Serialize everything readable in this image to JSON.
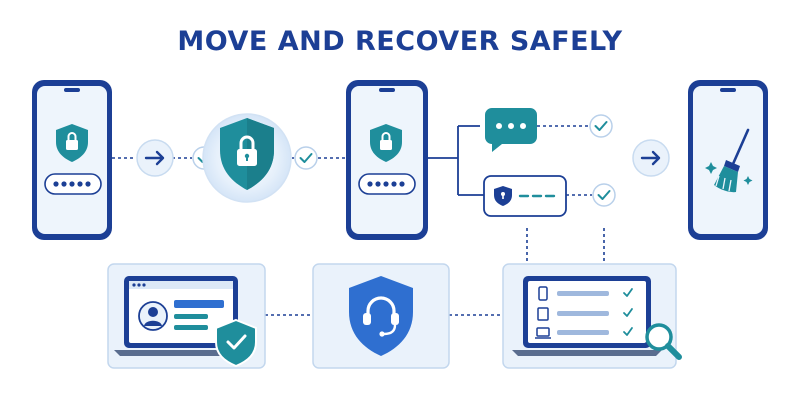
{
  "title": "MOVE AND RECOVER SAFELY",
  "colors": {
    "navy": "#1c3f95",
    "teal": "#1f8e9c",
    "light_panel": "#eaf2fb",
    "screen": "#eef5fc",
    "check": "#1f8e9c"
  },
  "steps": [
    {
      "id": "source-phone",
      "icons": [
        "shield-lock-icon",
        "passcode-dots-icon"
      ]
    },
    {
      "id": "transfer-arrow",
      "icons": [
        "arrow-right-icon"
      ]
    },
    {
      "id": "secure-shield",
      "icons": [
        "shield-lock-icon"
      ]
    },
    {
      "id": "new-phone",
      "icons": [
        "shield-lock-icon",
        "passcode-dots-icon"
      ]
    },
    {
      "id": "verification-options",
      "icons": [
        "chat-bubble-icon",
        "security-key-icon"
      ]
    },
    {
      "id": "wipe-arrow",
      "icons": [
        "arrow-right-icon"
      ]
    },
    {
      "id": "old-phone-wiped",
      "icons": [
        "broom-sparkle-icon"
      ]
    }
  ],
  "support_row": [
    {
      "id": "laptop-account",
      "icons": [
        "user-avatar-icon",
        "shield-check-icon"
      ]
    },
    {
      "id": "support-headset",
      "icons": [
        "shield-headset-icon"
      ]
    },
    {
      "id": "laptop-device-review",
      "icons": [
        "device-list-icon",
        "magnifier-icon"
      ]
    }
  ]
}
